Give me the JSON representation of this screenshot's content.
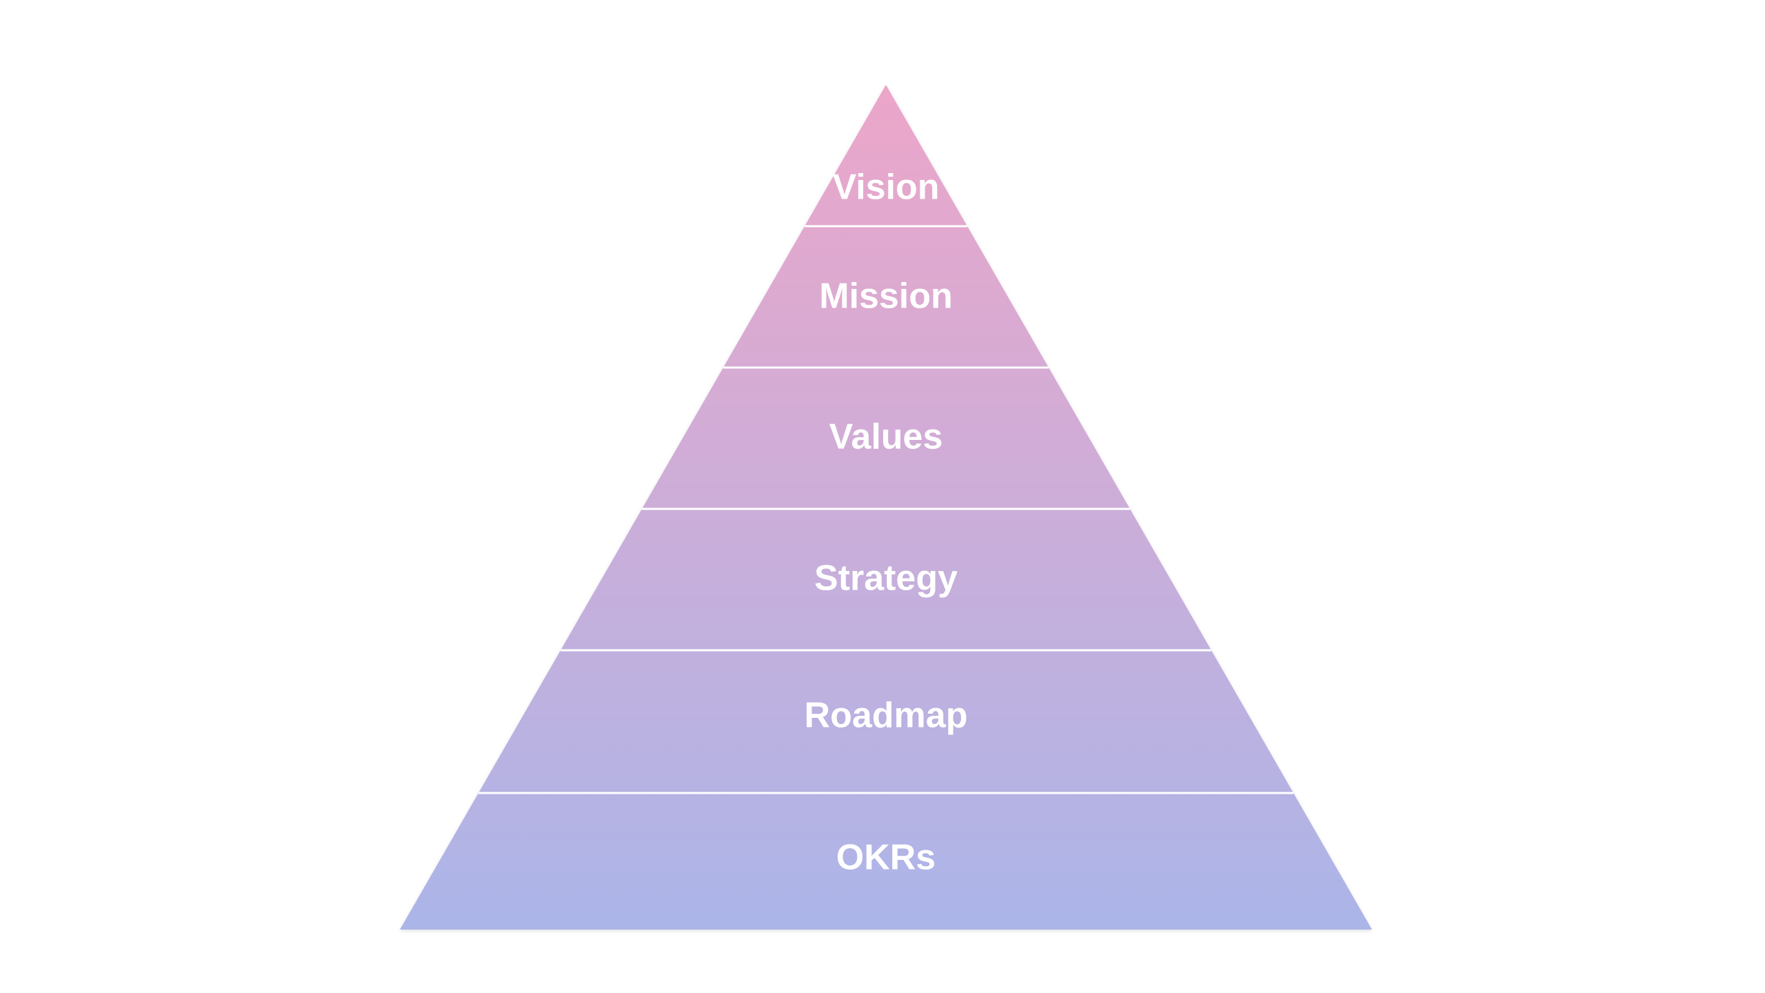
{
  "pyramid": {
    "colors": {
      "top": "#eca6c9",
      "bottom": "#abb5e8",
      "divider": "#ffffff",
      "label": "#ffffff",
      "background": "#ffffff"
    },
    "tiers": [
      {
        "label": "Vision"
      },
      {
        "label": "Mission"
      },
      {
        "label": "Values"
      },
      {
        "label": "Strategy"
      },
      {
        "label": "Roadmap"
      },
      {
        "label": "OKRs"
      }
    ]
  }
}
